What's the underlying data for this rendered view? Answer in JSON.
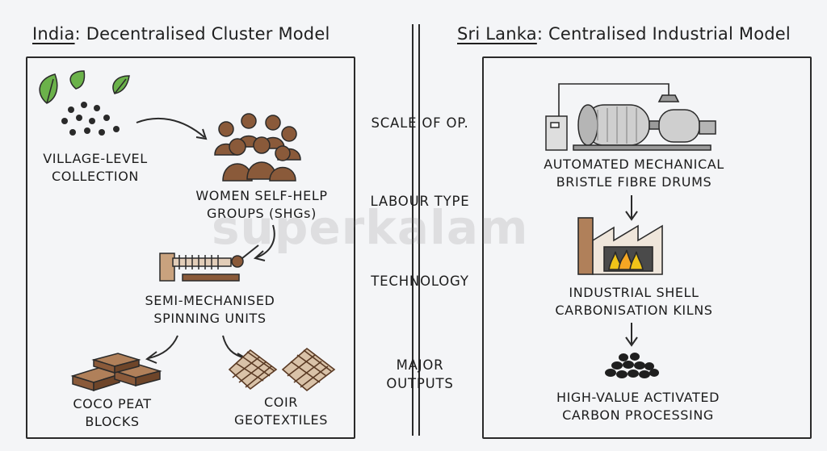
{
  "left": {
    "country": "India",
    "model": ": Decentralised Cluster Model",
    "nodes": {
      "collection": [
        "VILLAGE-LEVEL",
        "COLLECTION"
      ],
      "shg": [
        "WOMEN SELF-HELP",
        "GROUPS (SHGs)"
      ],
      "spinning": [
        "SEMI-MECHANISED",
        "SPINNING UNITS"
      ],
      "peat": [
        "COCO PEAT",
        "BLOCKS"
      ],
      "geo": [
        "COIR",
        "GEOTEXTILES"
      ]
    }
  },
  "right": {
    "country": "Sri Lanka",
    "model": ": Centralised Industrial Model",
    "nodes": {
      "drums": [
        "AUTOMATED MECHANICAL",
        "BRISTLE FIBRE DRUMS"
      ],
      "kilns": [
        "INDUSTRIAL SHELL",
        "CARBONISATION KILNS"
      ],
      "carbon": [
        "HIGH-VALUE ACTIVATED",
        "CARBON PROCESSING"
      ]
    }
  },
  "criteria": {
    "scale": "SCALE OF OP.",
    "labour": "LABOUR TYPE",
    "technology": "TECHNOLOGY",
    "outputs": [
      "MAJOR",
      "OUTPUTS"
    ]
  },
  "watermark": "superkalam",
  "colors": {
    "ink": "#2a2a2a",
    "leaf": "#6bb24a",
    "brown": "#8a5a3a",
    "flame": "#f0c419",
    "drum": "#c9c9c9"
  }
}
